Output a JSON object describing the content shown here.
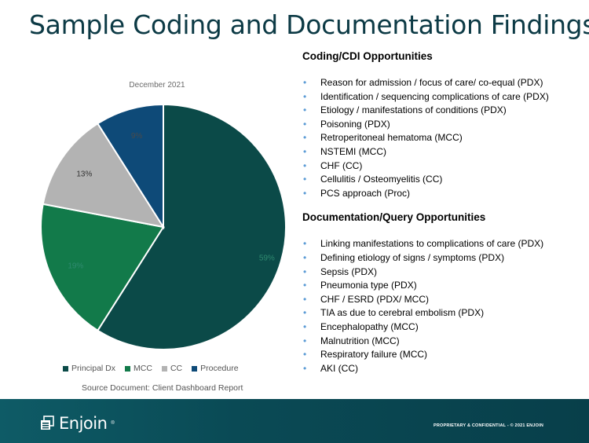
{
  "slide": {
    "title": "Sample Coding and Documentation Findings"
  },
  "chart_data": {
    "type": "pie",
    "title": "December 2021",
    "categories": [
      "Principal Dx",
      "MCC",
      "CC",
      "Procedure"
    ],
    "values": [
      59,
      19,
      13,
      9
    ],
    "value_labels": [
      "59%",
      "19%",
      "13%",
      "9%"
    ],
    "colors": [
      "#0b4a48",
      "#127a4a",
      "#b3b3b3",
      "#0e4a78"
    ],
    "legend_position": "bottom",
    "source": "Source Document:  Client Dashboard Report"
  },
  "coding_cdi": {
    "heading": "Coding/CDI Opportunities",
    "items": [
      "Reason for admission / focus of care/ co-equal (PDX)",
      "Identification / sequencing complications of care (PDX)",
      "Etiology / manifestations of conditions (PDX)",
      "Poisoning (PDX)",
      "Retroperitoneal hematoma (MCC)",
      "NSTEMI (MCC)",
      "CHF (CC)",
      "Cellulitis / Osteomyelitis (CC)",
      "PCS approach (Proc)"
    ]
  },
  "documentation_query": {
    "heading": "Documentation/Query Opportunities",
    "items": [
      "Linking manifestations to complications of care (PDX)",
      "Defining etiology of signs / symptoms (PDX)",
      "Sepsis (PDX)",
      "Pneumonia type (PDX)",
      "CHF / ESRD (PDX/ MCC)",
      "TIA as due to cerebral embolism (PDX)",
      "Encephalopathy (MCC)",
      "Malnutrition (MCC)",
      "Respiratory failure (MCC)",
      "AKI (CC)"
    ]
  },
  "footer": {
    "brand": "Enjoin",
    "trademark": "®",
    "note": "PROPRIETARY & CONFIDENTIAL - © 2021 ENJOIN"
  }
}
